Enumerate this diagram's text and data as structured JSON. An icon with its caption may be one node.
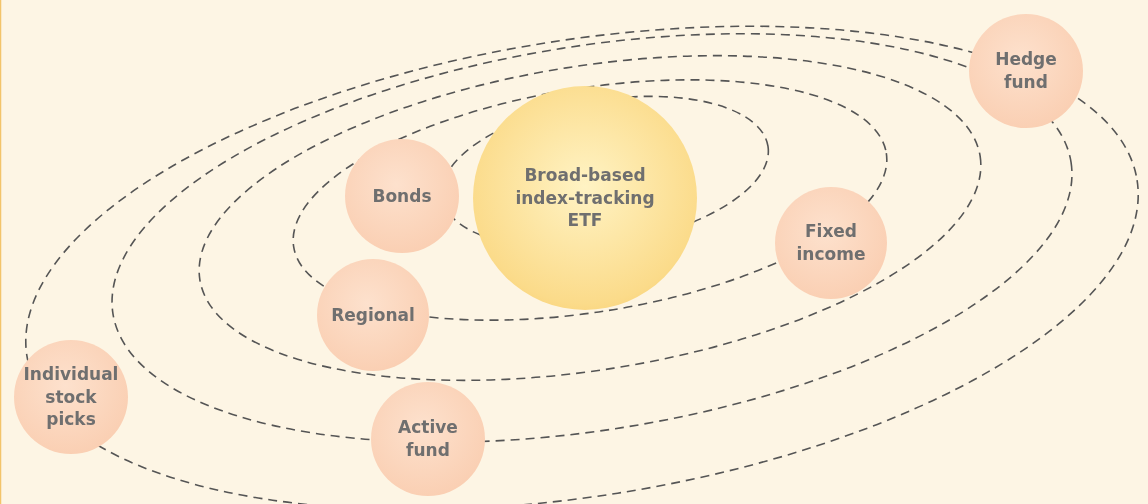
{
  "diagram": {
    "nodes": [
      {
        "text": [
          "Broad-based index-tracking ETF"
        ]
      },
      {
        "text": [
          "Bonds"
        ]
      },
      {
        "text": [
          "Regional"
        ]
      },
      {
        "text": [
          "Fixed income"
        ]
      },
      {
        "text": [
          "Hedge fund"
        ]
      },
      {
        "text": [
          "Individual stock picks"
        ]
      },
      {
        "text": [
          "Active fund"
        ]
      }
    ]
  }
}
